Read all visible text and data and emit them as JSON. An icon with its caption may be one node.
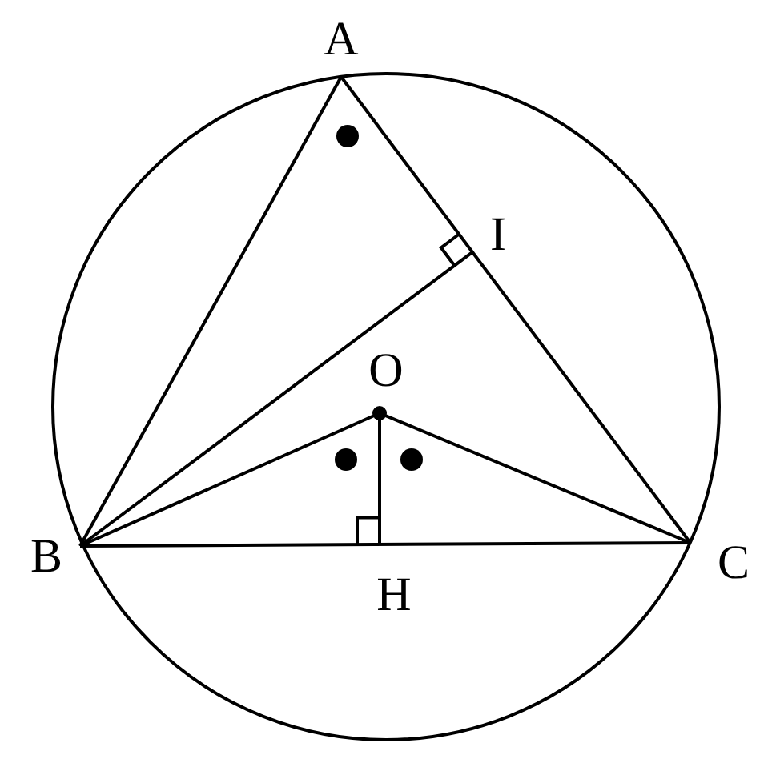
{
  "diagram": {
    "labels": [
      "A",
      "I",
      "O",
      "B",
      "C",
      "H"
    ]
  }
}
